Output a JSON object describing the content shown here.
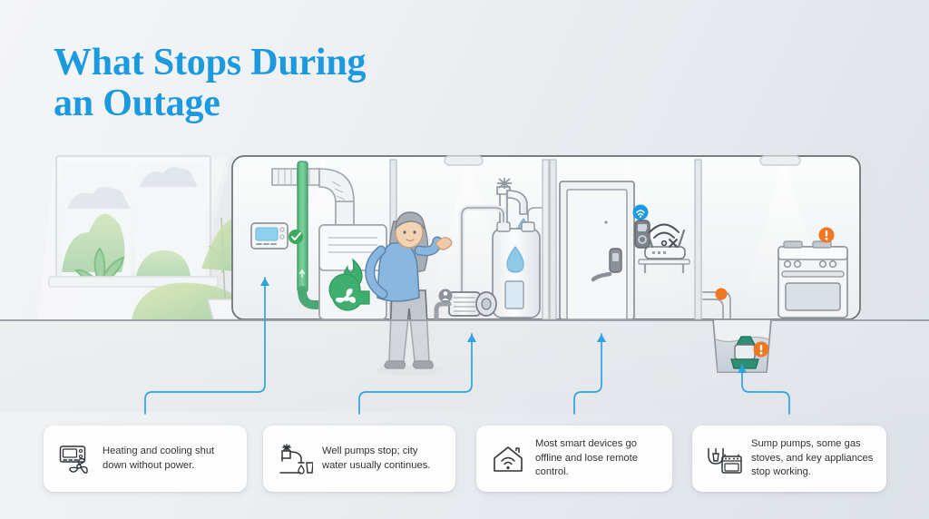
{
  "page": {
    "title_line1": "What Stops During",
    "title_line2": "an Outage",
    "accent_blue": "#1b9ae0",
    "warn_orange": "#f07722",
    "ok_green": "#3aab5c",
    "background": "#eef0f2"
  },
  "cards": [
    {
      "id": "hvac",
      "icon": "thermostat-fan-icon",
      "text_lines": [
        "Heating and cooling",
        "shut down without",
        "power."
      ],
      "text": "Heating and cooling shut down without power."
    },
    {
      "id": "water",
      "icon": "faucet-drip-glass-icon",
      "text_lines": [
        "Well pumps stop;",
        "city water usually",
        "continues."
      ],
      "text": "Well pumps stop; city water usually continues."
    },
    {
      "id": "smart-devices",
      "icon": "smart-home-wifi-icon",
      "text_lines": [
        "Most smart devices",
        "go offline and lose",
        "remote control."
      ],
      "text": "Most smart devices go offline and lose remote control."
    },
    {
      "id": "appliances",
      "icon": "sump-pump-stove-icon",
      "text_lines": [
        "Sump pumps, some",
        "gas stoves, and key",
        "appliances stop working."
      ],
      "text": "Sump pumps, some gas stoves, and key appliances stop working."
    }
  ],
  "scene": {
    "panels": [
      {
        "id": "furnace-room",
        "label": "Furnace and thermostat",
        "status_badge": "check",
        "badge_color": "#3aab5c",
        "items": [
          "thermostat",
          "furnace",
          "ductwork",
          "gas-flame-icon",
          "blower-fan-icon",
          "green-gas-pipe"
        ]
      },
      {
        "id": "water-room",
        "label": "Water heater and well pump",
        "status_badge": "neutral",
        "badge_color": "#8d929a",
        "items": [
          "faucet",
          "water-drop",
          "water-heater",
          "well-pump",
          "supply-pipes"
        ]
      },
      {
        "id": "entry-room",
        "label": "Smart lock, doorbell and router",
        "status_badge": "wifi",
        "badge_color": "#1b9ae0",
        "items": [
          "door",
          "smart-lock",
          "video-doorbell",
          "wifi-router",
          "wifi-off-icon",
          "shelf"
        ]
      },
      {
        "id": "kitchen-basement",
        "label": "Gas stove and sump pump",
        "status_badge": "warning",
        "badge_color": "#f07722",
        "items": [
          "gas-stove",
          "sump-pump",
          "sump-basin",
          "discharge-pipe",
          "warning-badge"
        ]
      }
    ],
    "person": {
      "id": "homeowner",
      "description": "person gesturing"
    },
    "window": {
      "id": "window",
      "description": "window with clouds and foliage"
    },
    "plant": {
      "id": "potted-plant",
      "description": "potted plant"
    }
  }
}
